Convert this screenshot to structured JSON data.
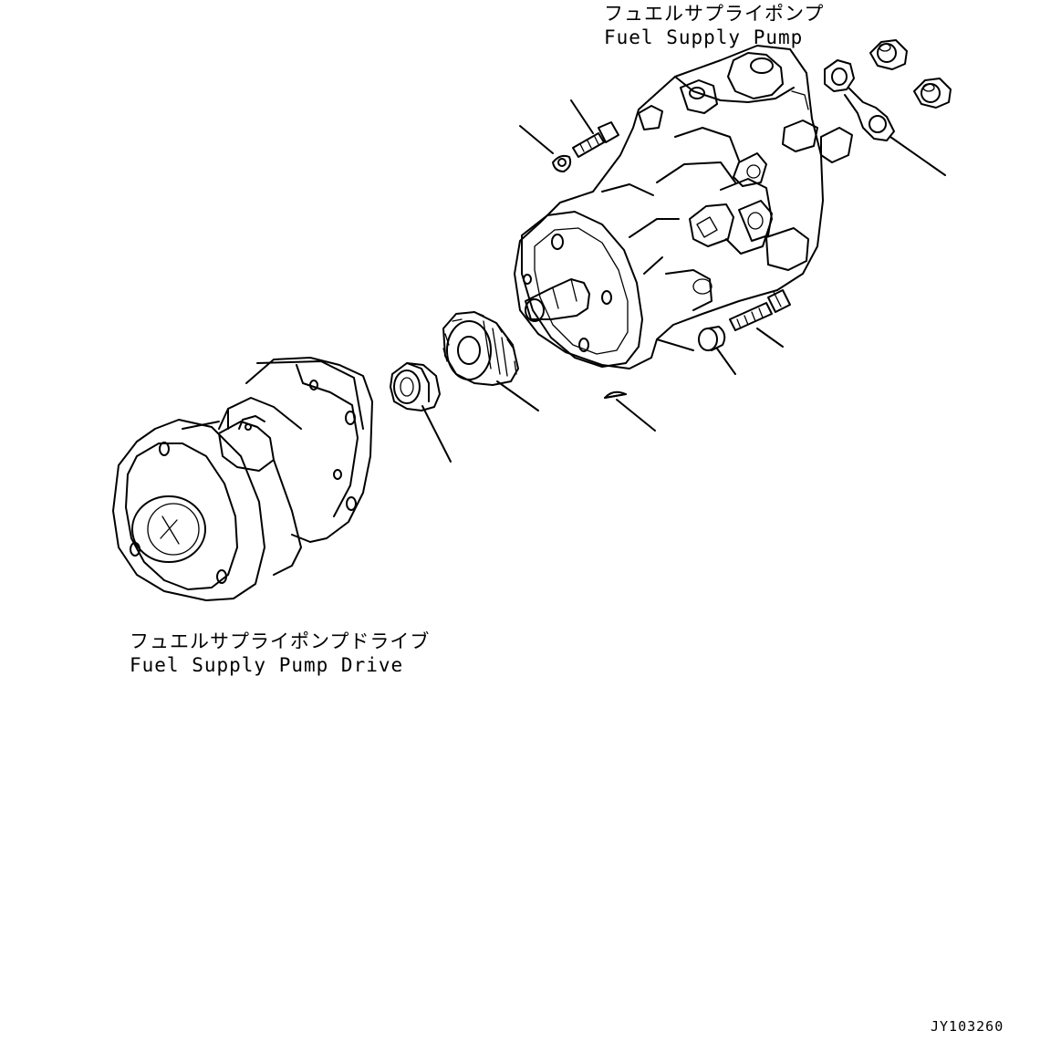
{
  "labels": {
    "pump_jp": "フュエルサプライポンプ",
    "pump_en": "Fuel Supply Pump",
    "drive_jp": "フュエルサプライポンプドライブ",
    "drive_en": "Fuel Supply Pump Drive"
  },
  "drawing_id": "JY103260",
  "parts": [
    "banjo-fitting",
    "copper-washer",
    "washer",
    "bolt",
    "fuel-supply-pump",
    "flange-bolt",
    "spacer",
    "woodruff-key",
    "gear",
    "nut",
    "fuel-supply-pump-drive"
  ]
}
